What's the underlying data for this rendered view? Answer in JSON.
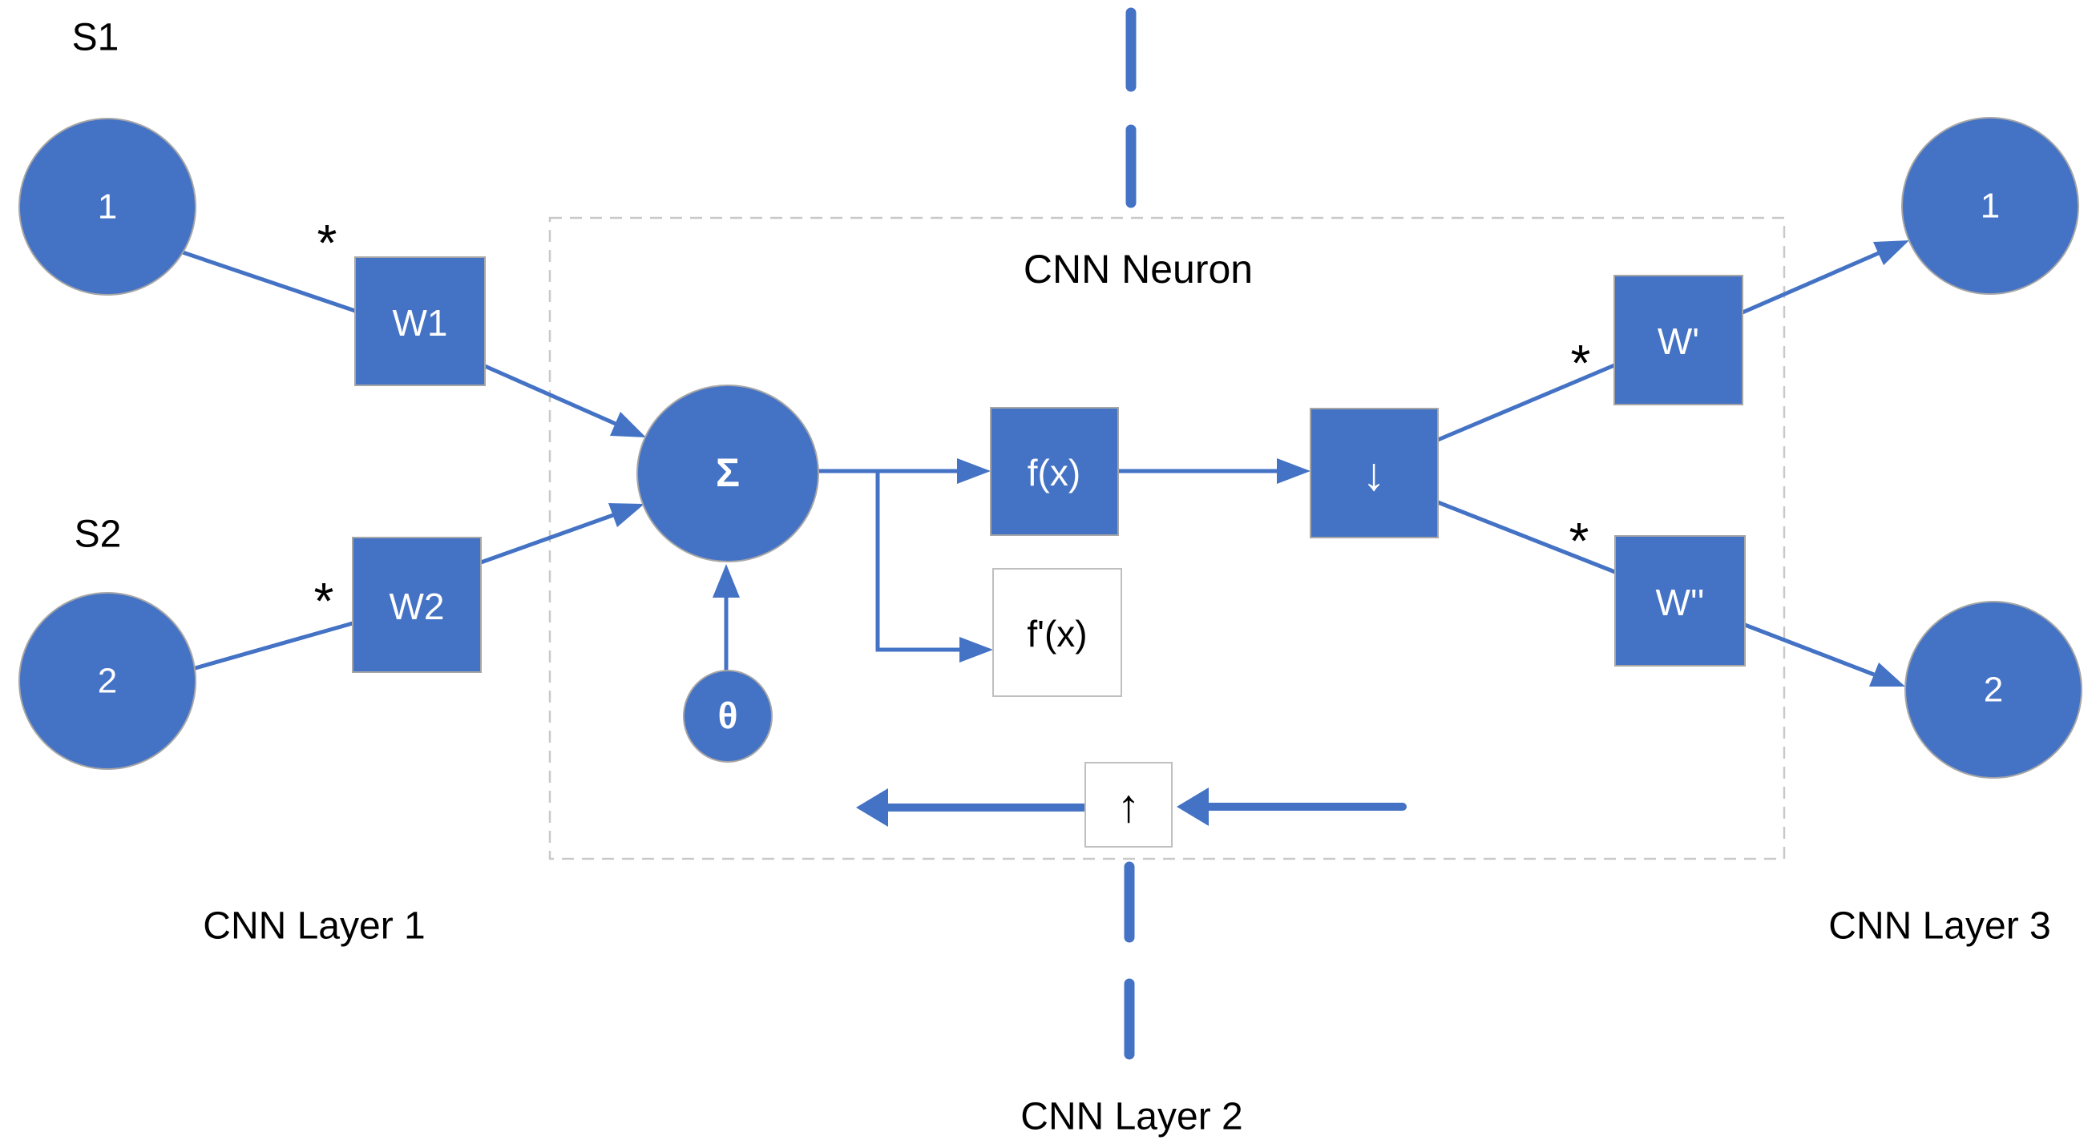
{
  "diagram": {
    "background": "#ffffff",
    "colors": {
      "node_blue": "#4472C4",
      "node_border": "#A6A6A6",
      "connector_blue": "#4472C4",
      "white_box_border": "#BFBFBF",
      "dashed_box_border": "#C9C9C9",
      "text_black": "#000000",
      "text_white": "#FFFFFF"
    },
    "layer1": {
      "label": "CNN Layer 1",
      "source1_label": "S1",
      "source2_label": "S2",
      "node1_value": "1",
      "node2_value": "2",
      "weight1_label": "W1",
      "weight2_label": "W2",
      "multiply1": "*",
      "multiply2": "*"
    },
    "neuron": {
      "label": "CNN Neuron",
      "sum_symbol": "Σ",
      "bias_symbol": "θ",
      "activation_label": "f(x)",
      "derivative_label": "f'(x)",
      "forward_symbol": "↓",
      "backward_symbol": "↑"
    },
    "layer2": {
      "label": "CNN Layer 2"
    },
    "layer3": {
      "label": "CNN Layer 3",
      "weight1_label": "W'",
      "weight2_label": "W''",
      "node1_value": "1",
      "node2_value": "2",
      "multiply1": "*",
      "multiply2": "*"
    }
  }
}
